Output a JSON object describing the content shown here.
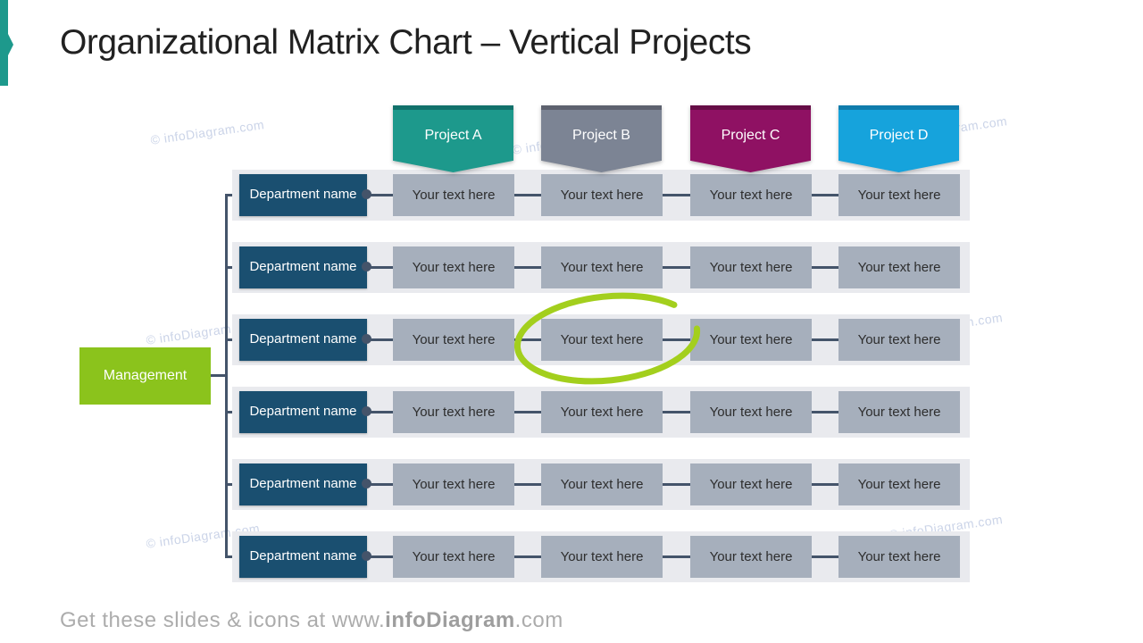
{
  "title": "Organizational Matrix Chart – Vertical Projects",
  "watermark_text": "© infoDiagram.com",
  "colors": {
    "accent": "#1D998C",
    "slate": "#44546A",
    "row_band": "#E9EAEE",
    "department_box": "#1A4F70",
    "cell_box": "#A6AFBC",
    "management": "#8BC31C",
    "highlight": "#A3CF1D",
    "watermark": "#CBD4E8"
  },
  "projects": [
    {
      "label": "Project A",
      "color": "#1D998C",
      "strip_color": "#11716B"
    },
    {
      "label": "Project B",
      "color": "#7C8494",
      "strip_color": "#5D626F"
    },
    {
      "label": "Project C",
      "color": "#8F1163",
      "strip_color": "#660D46"
    },
    {
      "label": "Project D",
      "color": "#16A3DC",
      "strip_color": "#0F7CAC"
    }
  ],
  "management_label": "Management",
  "rows": [
    {
      "department": "Department name",
      "cells": [
        "Your text here",
        "Your text here",
        "Your text here",
        "Your text here"
      ]
    },
    {
      "department": "Department name",
      "cells": [
        "Your text here",
        "Your text here",
        "Your text here",
        "Your text here"
      ]
    },
    {
      "department": "Department name",
      "cells": [
        "Your text here",
        "Your text here",
        "Your text here",
        "Your text here"
      ]
    },
    {
      "department": "Department name",
      "cells": [
        "Your text here",
        "Your text here",
        "Your text here",
        "Your text here"
      ]
    },
    {
      "department": "Department name",
      "cells": [
        "Your text here",
        "Your text here",
        "Your text here",
        "Your text here"
      ]
    },
    {
      "department": "Department name",
      "cells": [
        "Your text here",
        "Your text here",
        "Your text here",
        "Your text here"
      ]
    }
  ],
  "highlight_note": {
    "row_index": 2,
    "project_index": 1
  },
  "footer": {
    "prefix": "Get these slides & icons at www.",
    "brand": "infoDiagram",
    "suffix": ".com"
  }
}
